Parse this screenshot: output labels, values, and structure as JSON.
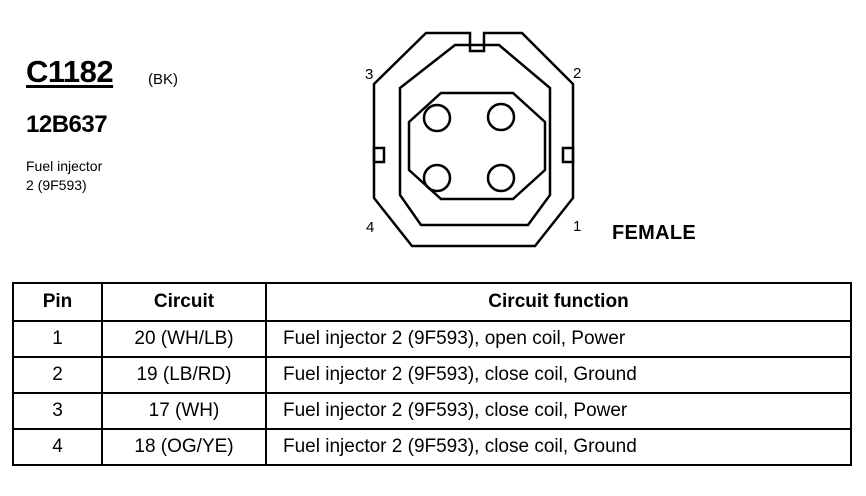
{
  "connector": {
    "id": "C1182",
    "color": "(BK)",
    "part_number": "12B637",
    "component_line1": "Fuel injector",
    "component_line2": "2 (9F593)",
    "gender": "FEMALE",
    "pin_labels": {
      "p1": "1",
      "p2": "2",
      "p3": "3",
      "p4": "4"
    }
  },
  "table": {
    "headers": {
      "pin": "Pin",
      "circuit": "Circuit",
      "function": "Circuit function"
    },
    "rows": [
      {
        "pin": "1",
        "circuit": "20 (WH/LB)",
        "function": "Fuel injector 2 (9F593), open coil, Power"
      },
      {
        "pin": "2",
        "circuit": "19 (LB/RD)",
        "function": "Fuel injector 2 (9F593), close coil, Ground"
      },
      {
        "pin": "3",
        "circuit": "17 (WH)",
        "function": "Fuel injector 2 (9F593), close coil, Power"
      },
      {
        "pin": "4",
        "circuit": "18 (OG/YE)",
        "function": "Fuel injector 2 (9F593), close coil, Ground"
      }
    ]
  }
}
